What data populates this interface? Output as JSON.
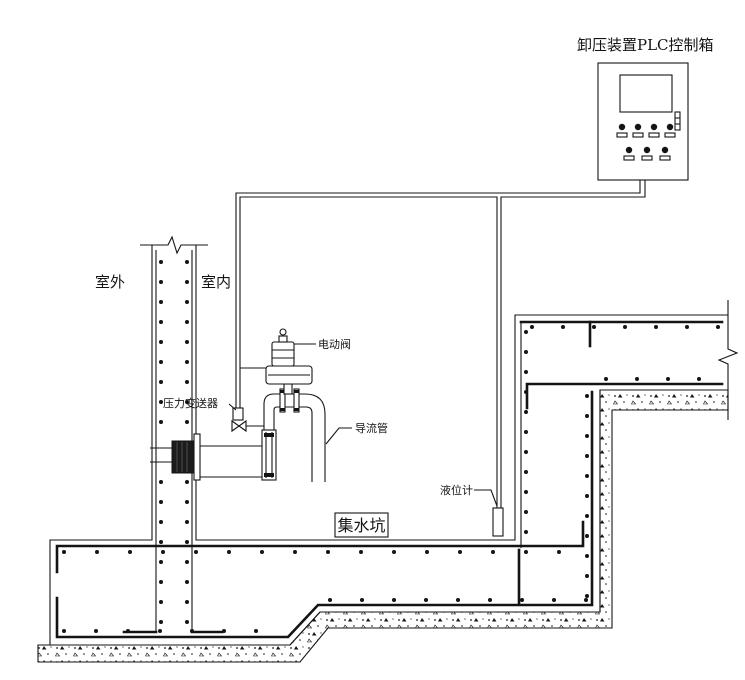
{
  "plc_box": {
    "title": "卸压装置PLC控制箱"
  },
  "labels": {
    "outdoor": "室外",
    "indoor": "室内",
    "electric_valve": "电动阀",
    "pressure_transmitter": "压力变送器",
    "diversion_pipe": "导流管",
    "level_gauge": "液位计",
    "sump_pit": "集水坑"
  }
}
